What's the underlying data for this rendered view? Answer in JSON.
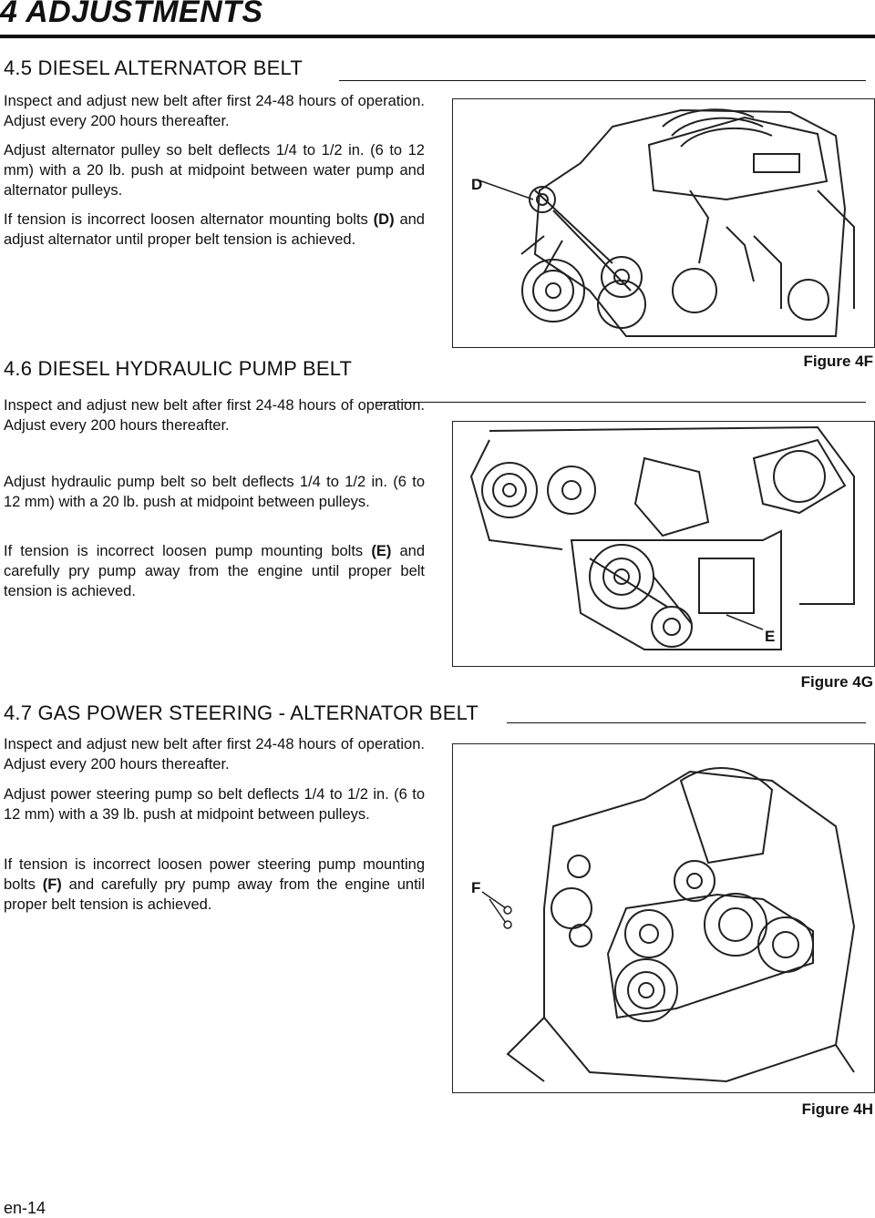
{
  "chapter": {
    "title": "4  ADJUSTMENTS"
  },
  "sections": [
    {
      "heading": "4.5  DIESEL ALTERNATOR BELT",
      "p1": "Inspect and adjust new belt after first 24-48 hours of operation. Adjust every 200 hours thereafter.",
      "p2": "Adjust alternator pulley so belt deflects 1/4 to 1/2 in. (6 to 12 mm) with a 20 lb. push at midpoint between water pump and alternator pulleys.",
      "p3_pre": "If tension is incorrect loosen alternator mounting bolts ",
      "p3_bold": "(D)",
      "p3_post": " and adjust alternator until proper belt tension is achieved.",
      "figure": {
        "caption": "Figure 4F",
        "callout": "D"
      }
    },
    {
      "heading": "4.6  DIESEL HYDRAULIC PUMP BELT",
      "p1": "Inspect and adjust new belt after first 24-48 hours of operation. Adjust every 200 hours thereafter.",
      "p2": "Adjust hydraulic pump belt so belt deflects 1/4 to 1/2 in. (6 to 12 mm) with a 20 lb. push at midpoint between pulleys.",
      "p3_pre": "If tension is incorrect loosen pump mounting bolts ",
      "p3_bold": "(E)",
      "p3_post": " and carefully pry pump away from the engine until proper belt tension is achieved.",
      "figure": {
        "caption": "Figure 4G",
        "callout": "E"
      }
    },
    {
      "heading": "4.7  GAS POWER STEERING - ALTERNATOR BELT",
      "p1": "Inspect and adjust new belt after first 24-48 hours of operation. Adjust every 200 hours thereafter.",
      "p2": "Adjust power steering pump so belt deflects 1/4 to 1/2 in. (6 to 12 mm) with a 39 lb. push at midpoint between pulleys.",
      "p3_pre": "If tension is incorrect loosen power steering pump mounting bolts ",
      "p3_bold": "(F)",
      "p3_post": " and carefully pry pump away from the engine until proper belt tension is achieved.",
      "figure": {
        "caption": "Figure 4H",
        "callout": "F"
      }
    }
  ],
  "footer": {
    "page": "en-14"
  }
}
